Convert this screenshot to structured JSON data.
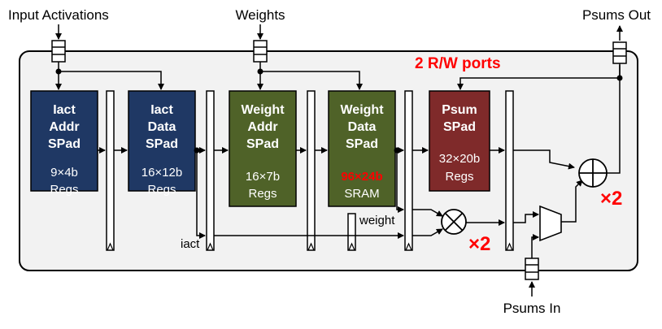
{
  "labels": {
    "input_activations": "Input Activations",
    "weights": "Weights",
    "psums_out": "Psums Out",
    "psums_in": "Psums In",
    "iact": "iact",
    "weight": "weight",
    "rw_ports": "2 R/W ports",
    "times2_mult": "×2",
    "times2_add": "×2"
  },
  "blocks": [
    {
      "id": "iact-addr",
      "line1": "Iact",
      "line2": "Addr",
      "line3": "SPad",
      "size": "9×4b",
      "kind": "Regs",
      "color": "#1f3864"
    },
    {
      "id": "iact-data",
      "line1": "Iact",
      "line2": "Data",
      "line3": "SPad",
      "size": "16×12b",
      "kind": "Regs",
      "color": "#1f3864"
    },
    {
      "id": "weight-addr",
      "line1": "Weight",
      "line2": "Addr",
      "line3": "SPad",
      "size": "16×7b",
      "kind": "Regs",
      "color": "#4f6228"
    },
    {
      "id": "weight-data",
      "line1": "Weight",
      "line2": "Data",
      "line3": "SPad",
      "size": "96×24b",
      "kind": "SRAM",
      "color": "#4f6228"
    },
    {
      "id": "psum",
      "line1": "Psum",
      "line2": "SPad",
      "line3": "",
      "size": "32×20b",
      "kind": "Regs",
      "color": "#7f2a2a"
    }
  ],
  "colors": {
    "panel": "#f2f2f2",
    "highlight": "#ff0000"
  }
}
